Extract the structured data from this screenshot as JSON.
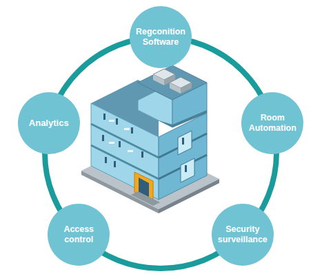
{
  "diagram": {
    "nodes": [
      {
        "text": [
          "Regconition Software"
        ]
      },
      {
        "text": [
          "Analytics"
        ]
      },
      {
        "text": [
          "Room Automation"
        ]
      },
      {
        "text": [
          "Access control"
        ]
      },
      {
        "text": [
          "Security surveillance"
        ]
      }
    ]
  }
}
